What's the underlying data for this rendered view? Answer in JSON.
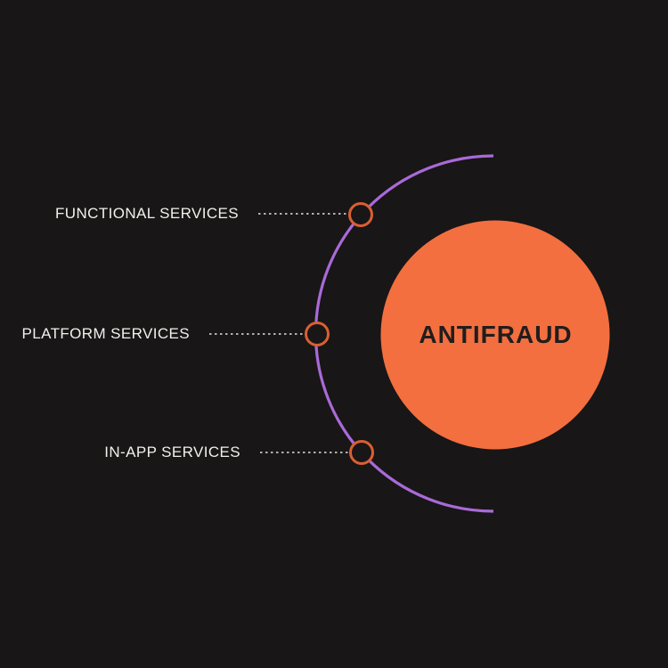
{
  "diagram": {
    "title": "ANTIFRAUD",
    "nodes": [
      {
        "label": "FUNCTIONAL SERVICES"
      },
      {
        "label": "PLATFORM SERVICES"
      },
      {
        "label": "IN-APP SERVICES"
      }
    ],
    "colors": {
      "background": "#181616",
      "center_circle": "#f36f3f",
      "title_text": "#211d1d",
      "arc": "#a96ad8",
      "node_ring": "#d95f33",
      "label_text": "#f2efec",
      "dotted_line": "#b3b0ac"
    }
  }
}
